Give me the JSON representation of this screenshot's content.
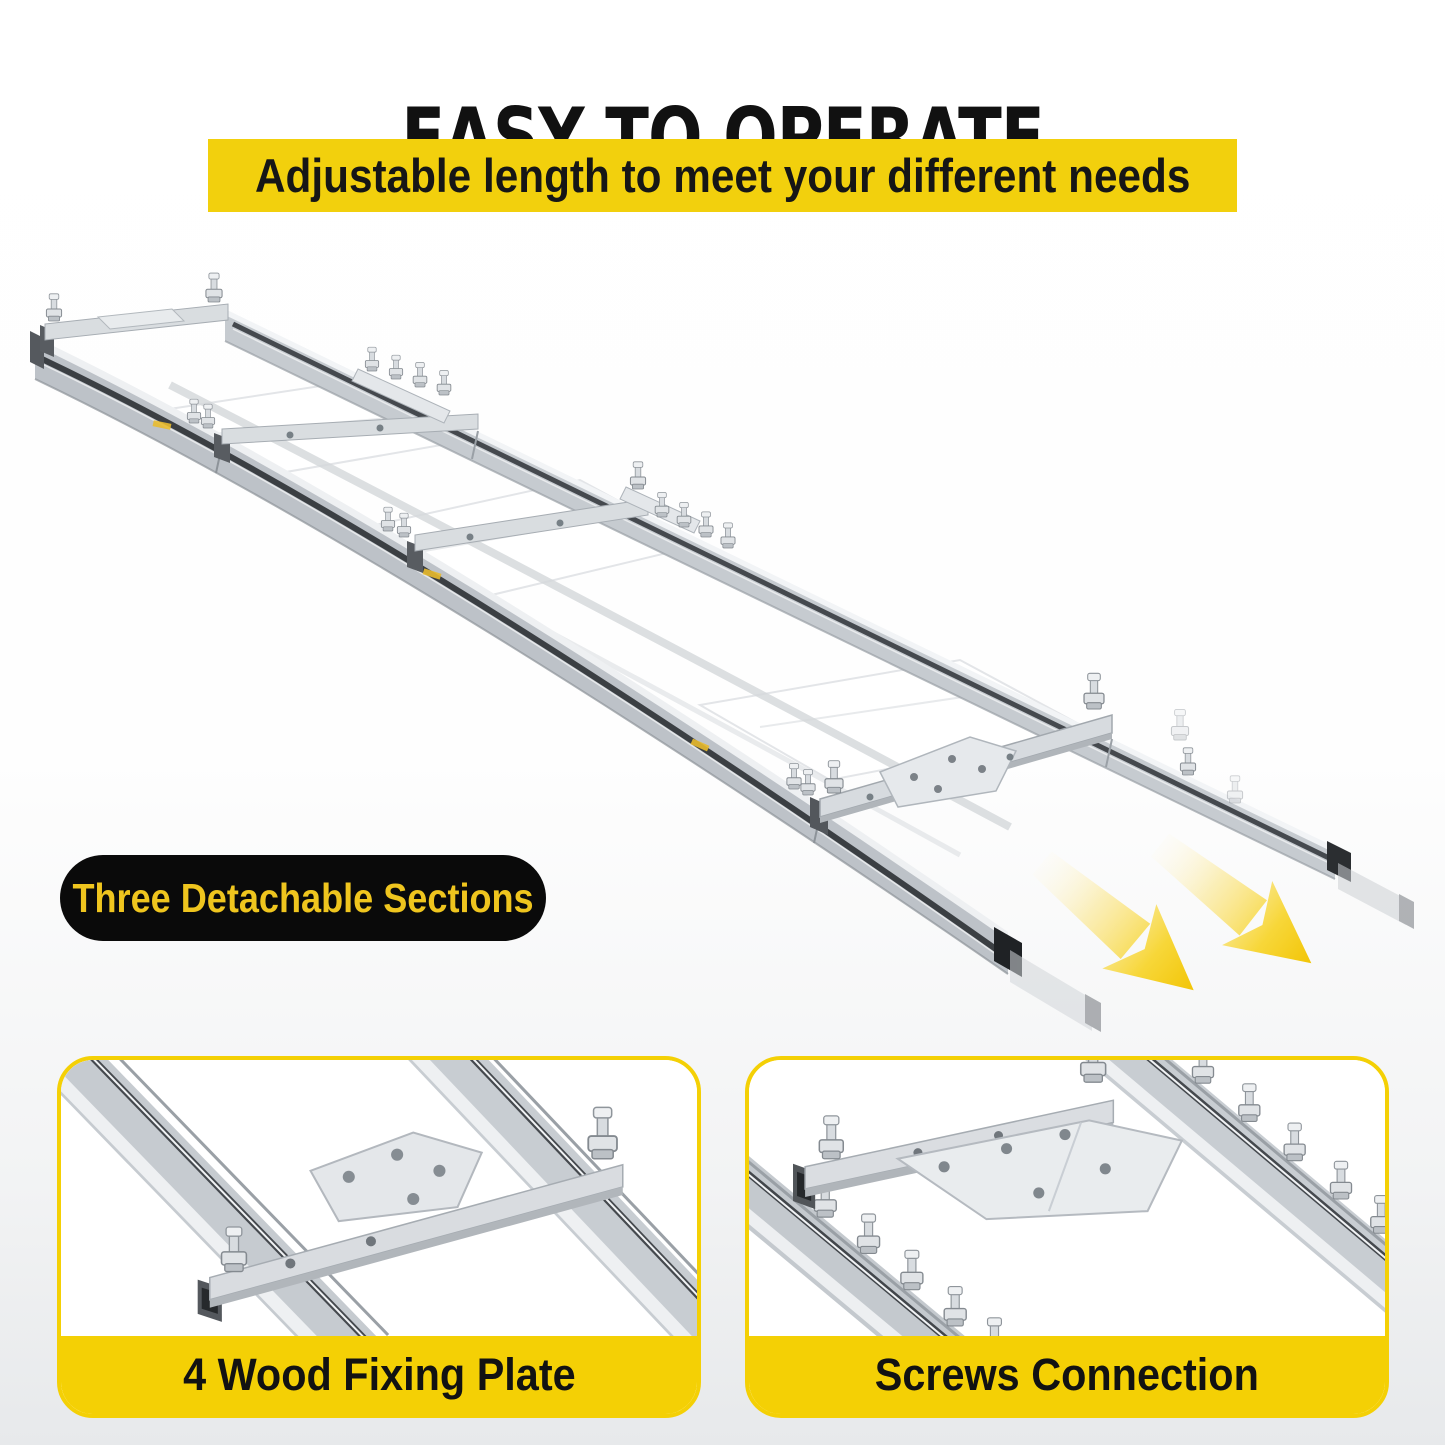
{
  "header": {
    "title": "EASY TO OPERATE",
    "subtitle": "Adjustable length to meet your different needs"
  },
  "hero": {
    "badge_label": "Three Detachable Sections",
    "arrow_icons": [
      "down-right-arrow",
      "down-right-arrow"
    ]
  },
  "features": [
    {
      "caption": "4 Wood Fixing Plate"
    },
    {
      "caption": "Screws Connection"
    }
  ],
  "colors": {
    "banner_yellow": "#F2D00D",
    "caption_yellow": "#F4D005",
    "badge_bg": "#0A0A0A",
    "badge_text": "#EFC51E",
    "title_text": "#111111",
    "arrow_yellow": "#F2C404",
    "rail_silver": "#C6CBD0",
    "background_bottom": "#E7E9EB"
  }
}
